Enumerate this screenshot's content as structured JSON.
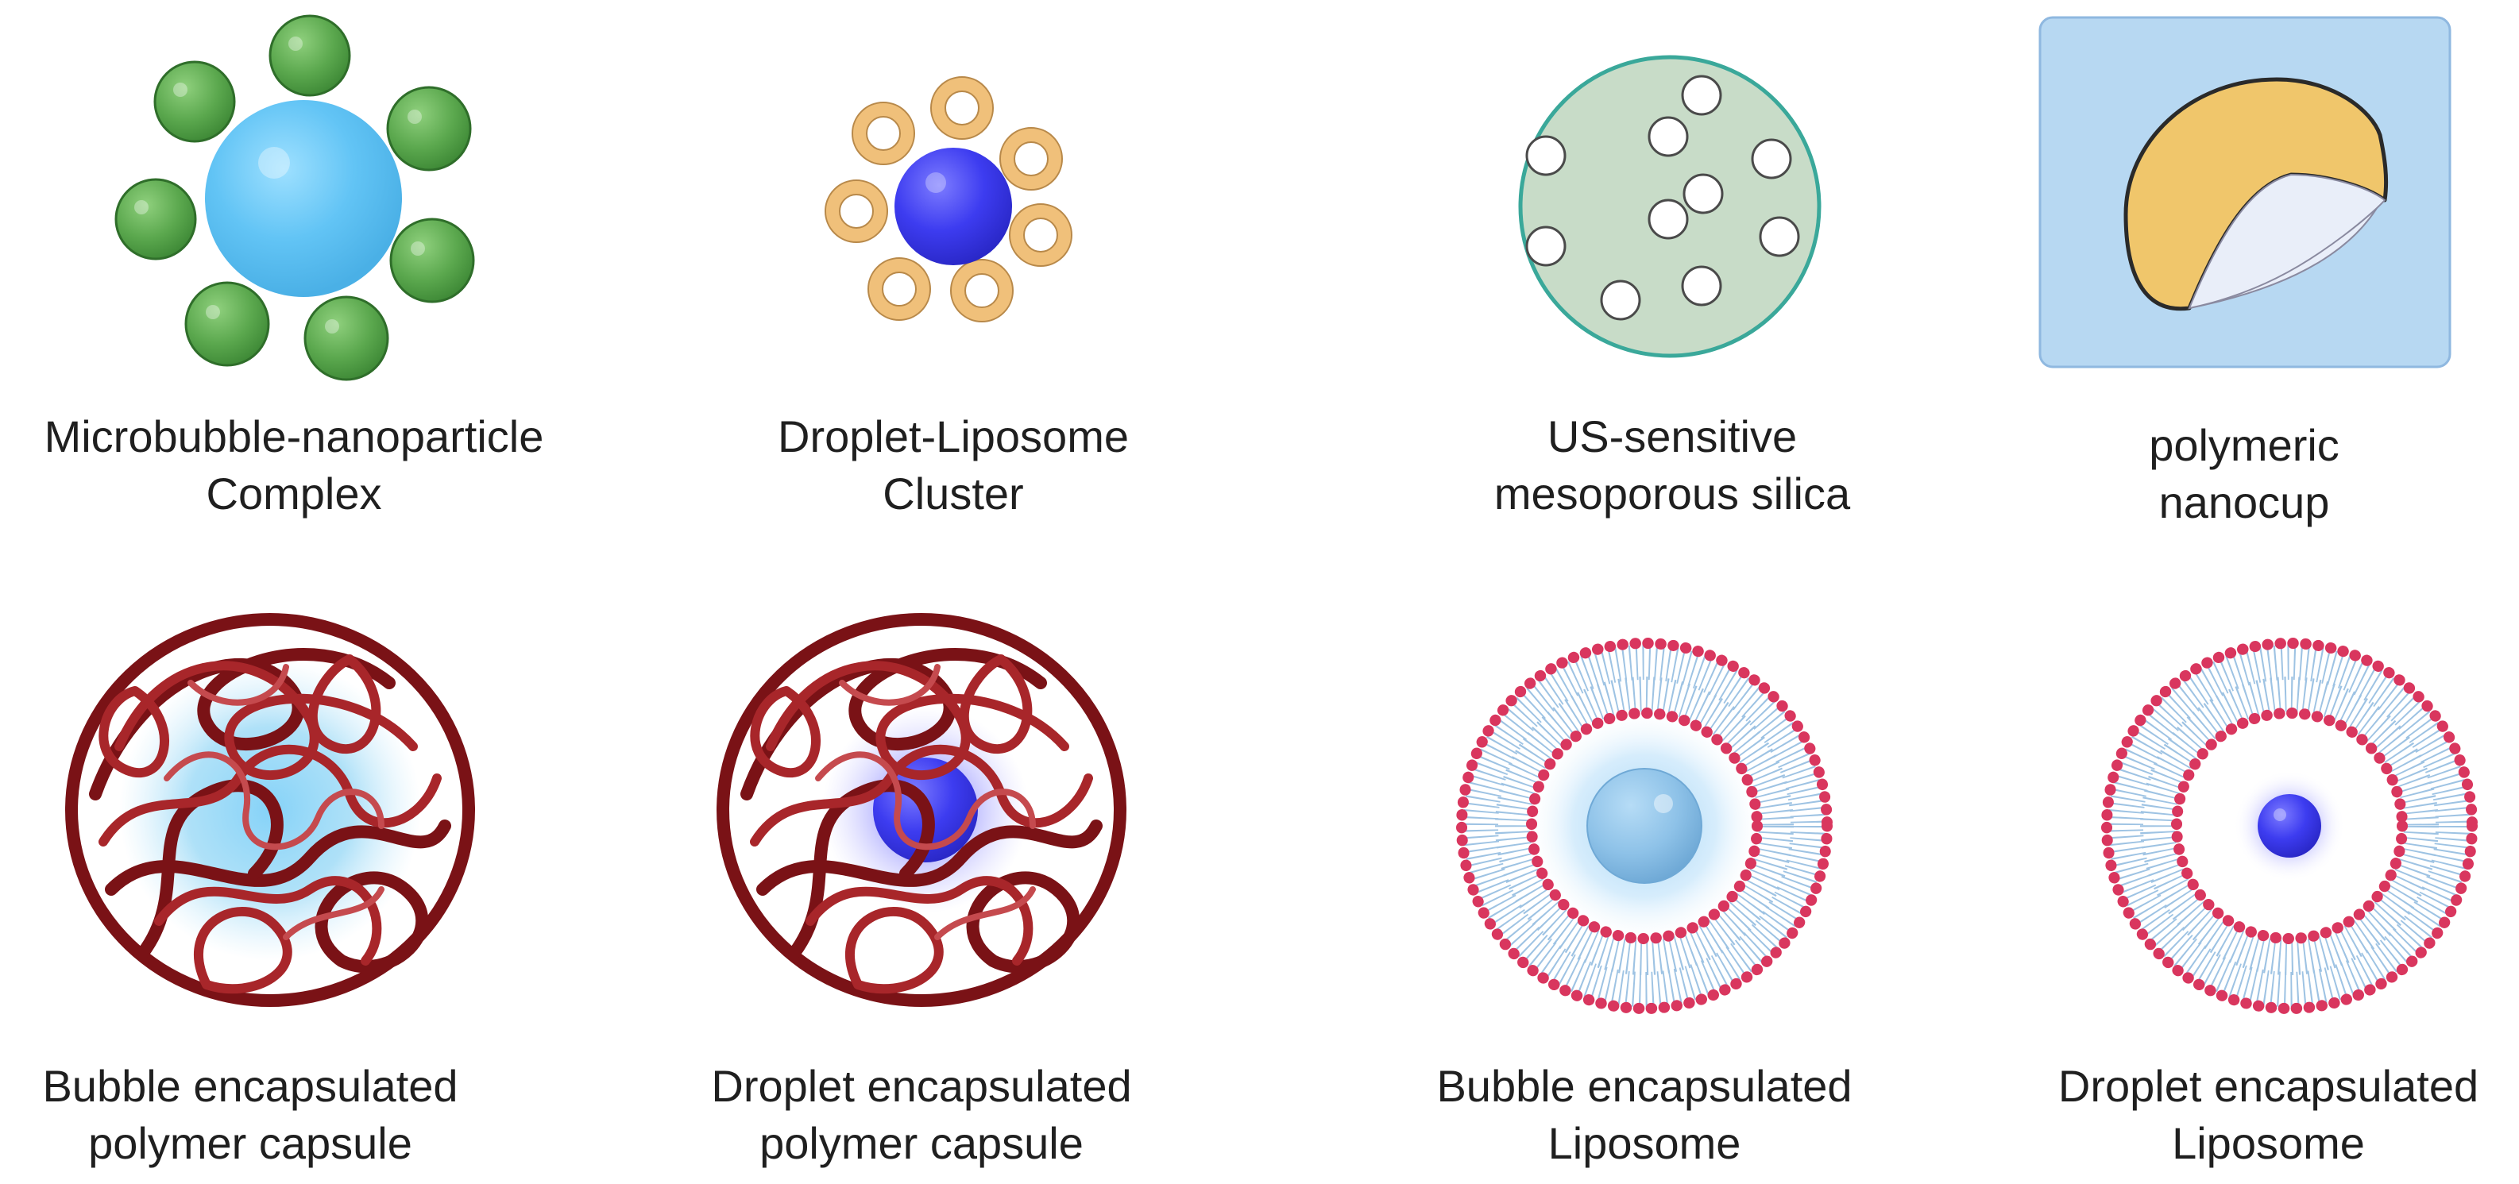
{
  "items": [
    {
      "key": "microbubble_nanoparticle_complex",
      "icon": "microbubble-nanoparticle-complex-icon",
      "line1": "Microbubble-nanoparticle",
      "line2": "Complex"
    },
    {
      "key": "droplet_liposome_cluster",
      "icon": "droplet-liposome-cluster-icon",
      "line1": "Droplet-Liposome",
      "line2": "Cluster"
    },
    {
      "key": "us_sensitive_mesoporous_silica",
      "icon": "mesoporous-silica-icon",
      "line1": "US-sensitive",
      "line2": "mesoporous silica"
    },
    {
      "key": "polymeric_nanocup",
      "icon": "polymeric-nanocup-icon",
      "line1": "polymeric",
      "line2": "nanocup"
    },
    {
      "key": "bubble_polymer_capsule",
      "icon": "bubble-polymer-capsule-icon",
      "line1": "Bubble encapsulated",
      "line2": "polymer capsule"
    },
    {
      "key": "droplet_polymer_capsule",
      "icon": "droplet-polymer-capsule-icon",
      "line1": "Droplet encapsulated",
      "line2": "polymer capsule"
    },
    {
      "key": "bubble_liposome",
      "icon": "bubble-liposome-icon",
      "line1": "Bubble encapsulated",
      "line2": "Liposome"
    },
    {
      "key": "droplet_liposome",
      "icon": "droplet-liposome-icon",
      "line1": "Droplet encapsulated",
      "line2": "Liposome"
    }
  ],
  "colors": {
    "bubble": "#62c4f5",
    "droplet": "#3d3cf0",
    "nanoparticle": "#5ba84e",
    "liposome_ring": "#f0c07a",
    "silica": "#c8dcc8",
    "silica_border": "#3aa89a",
    "nanocup_bg": "#b7d8f2",
    "nanocup": "#f0c66b",
    "polymer": "#a8262a",
    "lipid_head": "#d9365e",
    "lipid_tail": "#9ec3e3"
  }
}
